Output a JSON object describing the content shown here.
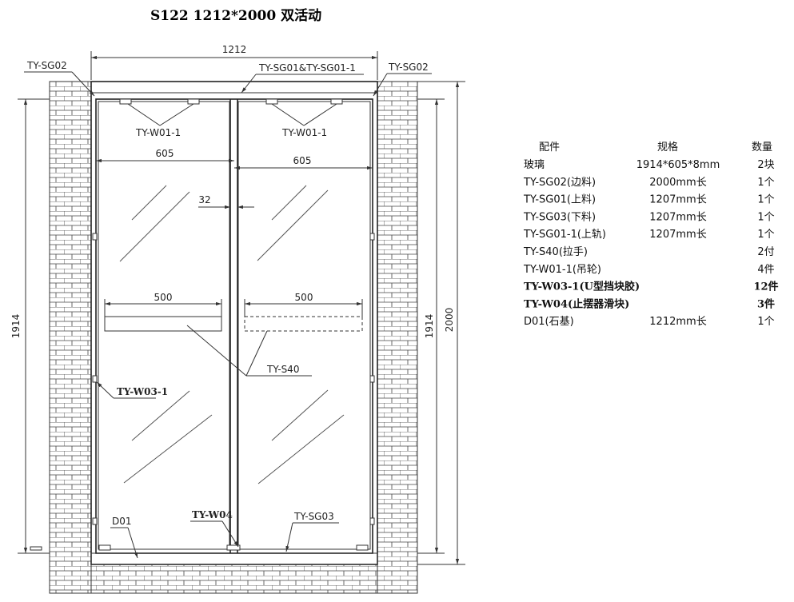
{
  "title": "S122   1212*2000 双活动",
  "dimensions": {
    "overall_width": "1212",
    "left_panel_width": "605",
    "right_panel_width": "605",
    "gap": "32",
    "handle_left": "500",
    "handle_right": "500",
    "height_left": "1914",
    "height_right_inner": "1914",
    "height_right_outer": "2000"
  },
  "callouts": {
    "side_left": "TY-SG02",
    "side_right": "TY-SG02",
    "top_rail": "TY-SG01&TY-SG01-1",
    "wheel_left": "TY-W01-1",
    "wheel_right": "TY-W01-1",
    "handle": "TY-S40",
    "block": "TY-W03-1",
    "stopper": "TY-W04",
    "bottom": "TY-SG03",
    "base": "D01"
  },
  "parts_table": {
    "headers": [
      "配件",
      "规格",
      "数量"
    ],
    "rows": [
      {
        "name": "玻璃",
        "spec": "1914*605*8mm",
        "qty": "2块",
        "bold": false
      },
      {
        "name": "TY-SG02(边料)",
        "spec": "2000mm长",
        "qty": "1个",
        "bold": false
      },
      {
        "name": "TY-SG01(上料)",
        "spec": "1207mm长",
        "qty": "1个",
        "bold": false
      },
      {
        "name": "TY-SG03(下料)",
        "spec": "1207mm长",
        "qty": "1个",
        "bold": false
      },
      {
        "name": "TY-SG01-1(上轨)",
        "spec": "1207mm长",
        "qty": "1个",
        "bold": false
      },
      {
        "name": "TY-S40(拉手)",
        "spec": "",
        "qty": "2付",
        "bold": false
      },
      {
        "name": "TY-W01-1(吊轮)",
        "spec": "",
        "qty": "4件",
        "bold": false
      },
      {
        "name": "TY-W03-1(U型挡块胶)",
        "spec": "",
        "qty": "12件",
        "bold": true
      },
      {
        "name": "TY-W04(止摆器滑块)",
        "spec": "",
        "qty": "3件",
        "bold": true
      },
      {
        "name": "D01(石基)",
        "spec": "1212mm长",
        "qty": "1个",
        "bold": false
      }
    ]
  }
}
